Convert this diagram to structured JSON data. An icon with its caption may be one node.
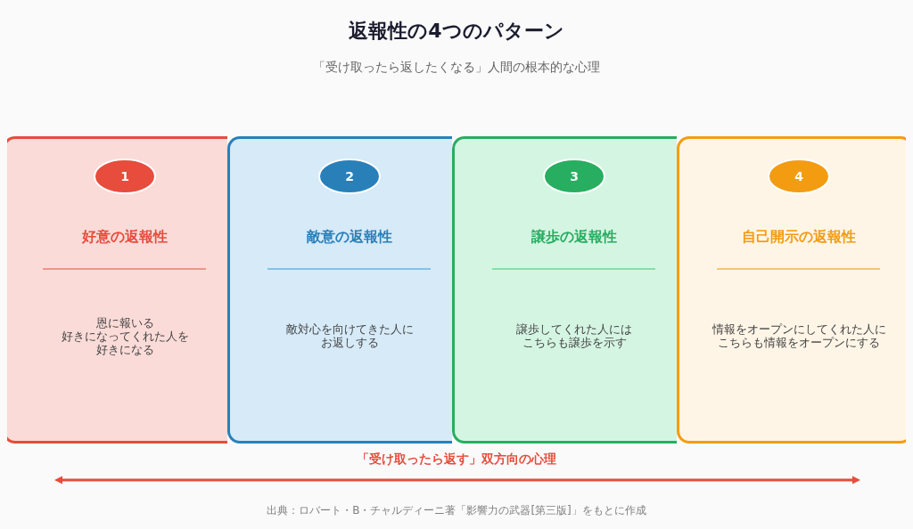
{
  "diagram": {
    "title": "返報性の4つのパターン",
    "caption": "出典：ロバート・B・チャルディーニ著「影響力の武器[第三版]」をもとに作成",
    "labels": [
      "「受け取ったら返したくなる」人間の根本的な心理",
      "「受け取ったら返す」双方向の心理"
    ],
    "nodes": [
      {
        "text": [
          "好意の返報性",
          "恩に報いる",
          "好きになってくれた人を好きになる"
        ]
      },
      {
        "text": [
          "1"
        ],
        "in": 0
      },
      {
        "text": [
          "敵意の返報性",
          "敵対心を向けてきた人にお返しする"
        ]
      },
      {
        "text": [
          "2"
        ],
        "in": 2
      },
      {
        "text": [
          "譲歩の返報性",
          "譲歩してくれた人にはこちらも譲歩を示す"
        ]
      },
      {
        "text": [
          "3"
        ],
        "in": 4
      },
      {
        "text": [
          "自己開示の返報性",
          "情報をオープンにしてくれた人にこちらも情報をオープンにする"
        ]
      },
      {
        "text": [
          "4"
        ],
        "in": 6
      }
    ]
  }
}
